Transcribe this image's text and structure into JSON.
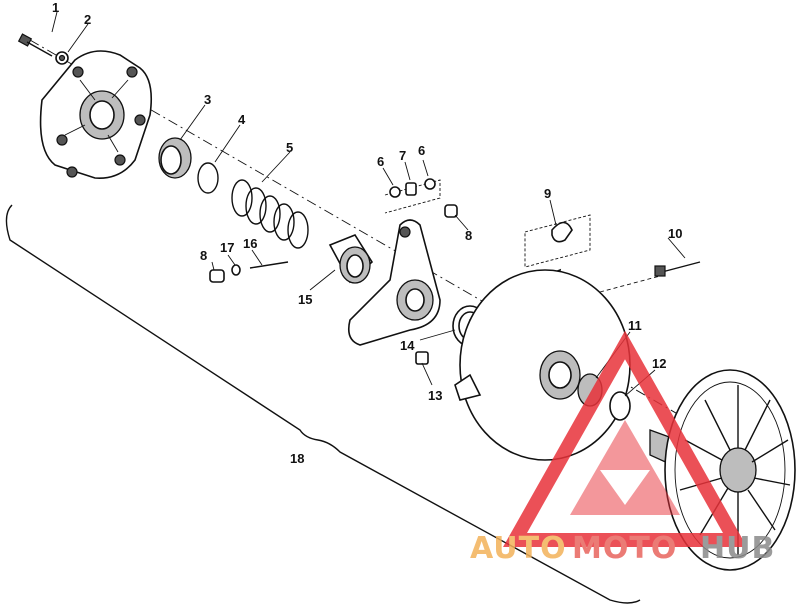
{
  "diagram": {
    "callouts": [
      {
        "id": "c1",
        "label": "1"
      },
      {
        "id": "c2",
        "label": "2"
      },
      {
        "id": "c3",
        "label": "3"
      },
      {
        "id": "c4",
        "label": "4"
      },
      {
        "id": "c5",
        "label": "5"
      },
      {
        "id": "c6a",
        "label": "6"
      },
      {
        "id": "c7",
        "label": "7"
      },
      {
        "id": "c6b",
        "label": "6"
      },
      {
        "id": "c9",
        "label": "9"
      },
      {
        "id": "c8b",
        "label": "8"
      },
      {
        "id": "c10",
        "label": "10"
      },
      {
        "id": "c8a",
        "label": "8"
      },
      {
        "id": "c17",
        "label": "17"
      },
      {
        "id": "c16",
        "label": "16"
      },
      {
        "id": "c15",
        "label": "15"
      },
      {
        "id": "c11",
        "label": "11"
      },
      {
        "id": "c12",
        "label": "12"
      },
      {
        "id": "c14",
        "label": "14"
      },
      {
        "id": "c13",
        "label": "13"
      },
      {
        "id": "c18",
        "label": "18"
      }
    ]
  },
  "watermark": {
    "part1": "AUTO",
    "part2": "MOTO",
    "part3": "HUB",
    "color_auto": "#f3b25a",
    "color_moto": "#e8645e",
    "color_hub": "#8a8a8a",
    "triangle_color": "#e8323a"
  }
}
